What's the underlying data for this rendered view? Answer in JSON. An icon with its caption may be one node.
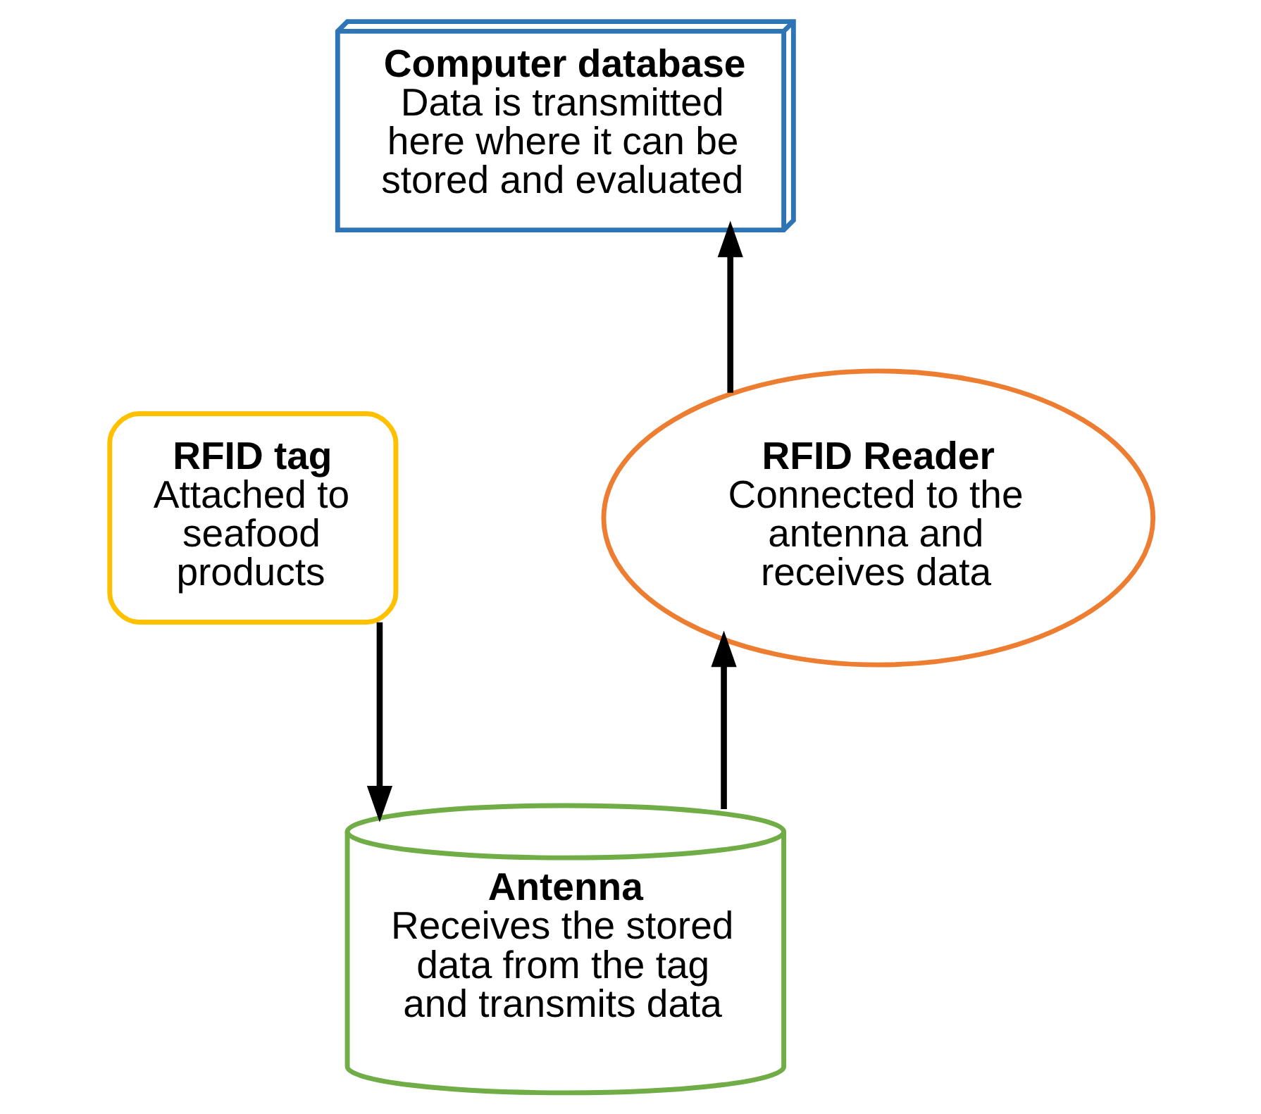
{
  "diagram": {
    "nodes": [
      {
        "text": [
          "Computer database",
          "Data is transmitted here where it can be stored and evaluated"
        ]
      },
      {
        "text": [
          "RFID tag",
          "Attached to seafood products"
        ]
      },
      {
        "text": [
          "RFID Reader",
          "Connected to the antenna and receives data"
        ]
      },
      {
        "text": [
          "Antenna",
          "Receives the stored data from the tag and transmits data"
        ]
      }
    ],
    "edges": [
      {
        "from": 1,
        "to": 3,
        "arrow": "to"
      },
      {
        "from": 3,
        "to": 2,
        "arrow": "to"
      },
      {
        "from": 2,
        "to": 0,
        "arrow": "to"
      }
    ]
  }
}
